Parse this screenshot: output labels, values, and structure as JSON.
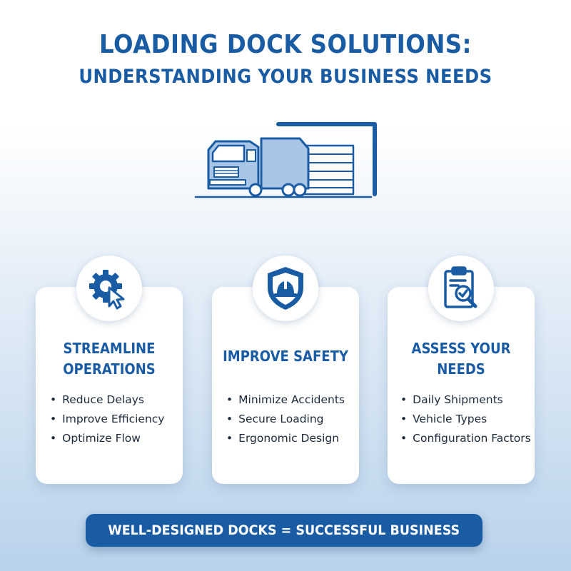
{
  "header": {
    "title_line1": "LOADING DOCK SOLUTIONS:",
    "title_line2": "UNDERSTANDING YOUR BUSINESS NEEDS"
  },
  "hero": {
    "icon": "truck-at-loading-dock-icon"
  },
  "cards": [
    {
      "icon": "gear-cursor-icon",
      "title_lines": [
        "STREAMLINE",
        "OPERATIONS"
      ],
      "bullets": [
        "Reduce Delays",
        "Improve Efficiency",
        "Optimize Flow"
      ]
    },
    {
      "icon": "shield-hardhat-icon",
      "title_lines": [
        "IMPROVE SAFETY"
      ],
      "bullets": [
        "Minimize Accidents",
        "Secure Loading",
        "Ergonomic Design"
      ]
    },
    {
      "icon": "clipboard-magnifier-icon",
      "title_lines": [
        "ASSESS YOUR",
        "NEEDS"
      ],
      "bullets": [
        "Daily Shipments",
        "Vehicle Types",
        "Configuration Factors"
      ]
    }
  ],
  "banner": {
    "text": "WELL-DESIGNED DOCKS = SUCCESSFUL BUSINESS"
  },
  "colors": {
    "primary": "#1a5ca4",
    "truck_fill": "#a9c5e6",
    "text": "#1c2a3a"
  }
}
